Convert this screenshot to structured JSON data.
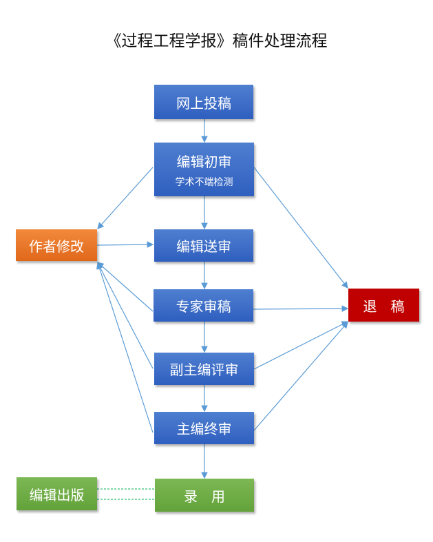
{
  "title": "《过程工程学报》稿件处理流程",
  "nodes": {
    "submit": "网上投稿",
    "initial": "编辑初审",
    "initial_sub": "学术不端检测",
    "revise": "作者修改",
    "send": "编辑送审",
    "expert": "专家审稿",
    "reject": "退　稿",
    "deputy": "副主编评审",
    "chief": "主编终审",
    "publish": "编辑出版",
    "accept": "录　用"
  },
  "colors": {
    "blue": "#3a68c6",
    "orange": "#ec7a2c",
    "red": "#c00000",
    "green": "#70ad47",
    "arrow": "#5b9bd5",
    "dashed": "#00b050"
  }
}
